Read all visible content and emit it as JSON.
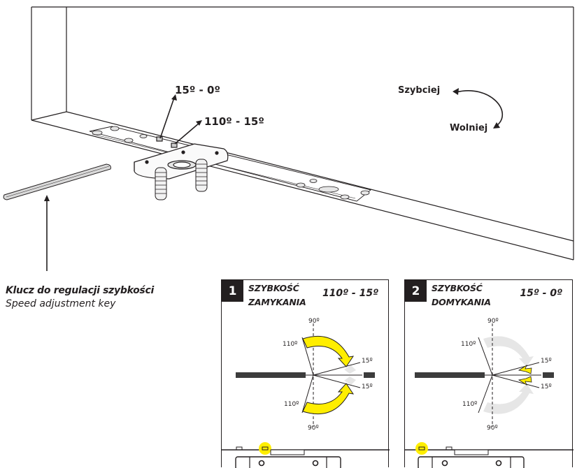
{
  "main_illustration": {
    "callout_closing_end": "15º - 0º",
    "callout_closing": "110º - 15º",
    "direction_faster": "Szybciej",
    "direction_slower": "Wolniej"
  },
  "key_caption": {
    "polish": "Klucz do regulacji szybkości",
    "english": "Speed adjustment key"
  },
  "panels": [
    {
      "number": "1",
      "title_line1": "SZYBKOŚĆ",
      "title_line2": "ZAMYKANIA",
      "range": "110º - 15º",
      "angle_top": "90º",
      "angle_bottom": "90º",
      "angle_110_upper": "110º",
      "angle_110_lower": "110º",
      "angle_15_upper": "15º",
      "angle_15_lower": "15º",
      "highlighted_arc": "110-15"
    },
    {
      "number": "2",
      "title_line1": "SZYBKOŚĆ",
      "title_line2": "DOMYKANIA",
      "range": "15º - 0º",
      "angle_top": "90º",
      "angle_bottom": "90º",
      "angle_110_upper": "110º",
      "angle_110_lower": "110º",
      "angle_15_upper": "15º",
      "angle_15_lower": "15º",
      "highlighted_arc": "15-0"
    }
  ],
  "colors": {
    "ink": "#231f20",
    "highlight_yellow": "#ffee00",
    "inactive_arc": "#e6e6e6",
    "door_bar": "#3c3c3c"
  }
}
